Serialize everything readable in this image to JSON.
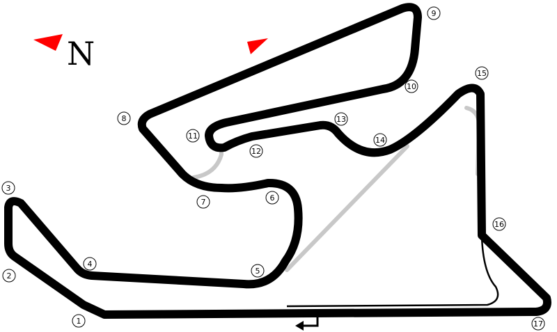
{
  "compass": {
    "letter": "N",
    "arrow_color": "#ff0000"
  },
  "direction_marker_color": "#ff0000",
  "track_color": "#000000",
  "alternate_layout_color": "#c8c8c8",
  "turns": [
    "1",
    "2",
    "3",
    "4",
    "5",
    "6",
    "7",
    "8",
    "9",
    "10",
    "11",
    "12",
    "13",
    "14",
    "15",
    "16",
    "17"
  ]
}
